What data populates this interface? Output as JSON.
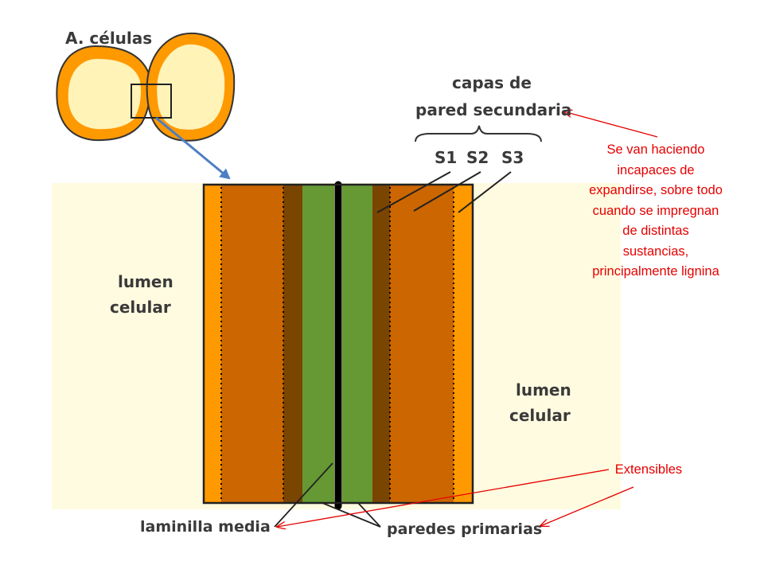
{
  "title": "A. células",
  "secondary_wall_label": [
    "capas de",
    "pared secundaria"
  ],
  "layers": [
    "S1",
    "S2",
    "S3"
  ],
  "lumen_left": [
    "lumen",
    "celular"
  ],
  "lumen_right": [
    "lumen",
    "celular"
  ],
  "middle_lamella_label": "laminilla media",
  "primary_walls_label": "paredes primarias",
  "note_secondary": "Se van haciendo incapaces de expandirse, sobre todo cuando se impregnan de distintas sustancias, principalmente lignina",
  "note_primary": "Extensibles",
  "colors": {
    "lumen_bg": "#fffbe0",
    "s1_s3_orange": "#ff9900",
    "s2_brown": "#cc6600",
    "s1_dark": "#7a4500",
    "primary_wall_green": "#669933",
    "middle_lamella": "#000000",
    "annotation_red": "#e60000",
    "zoom_arrow_blue": "#4d7fc4"
  }
}
